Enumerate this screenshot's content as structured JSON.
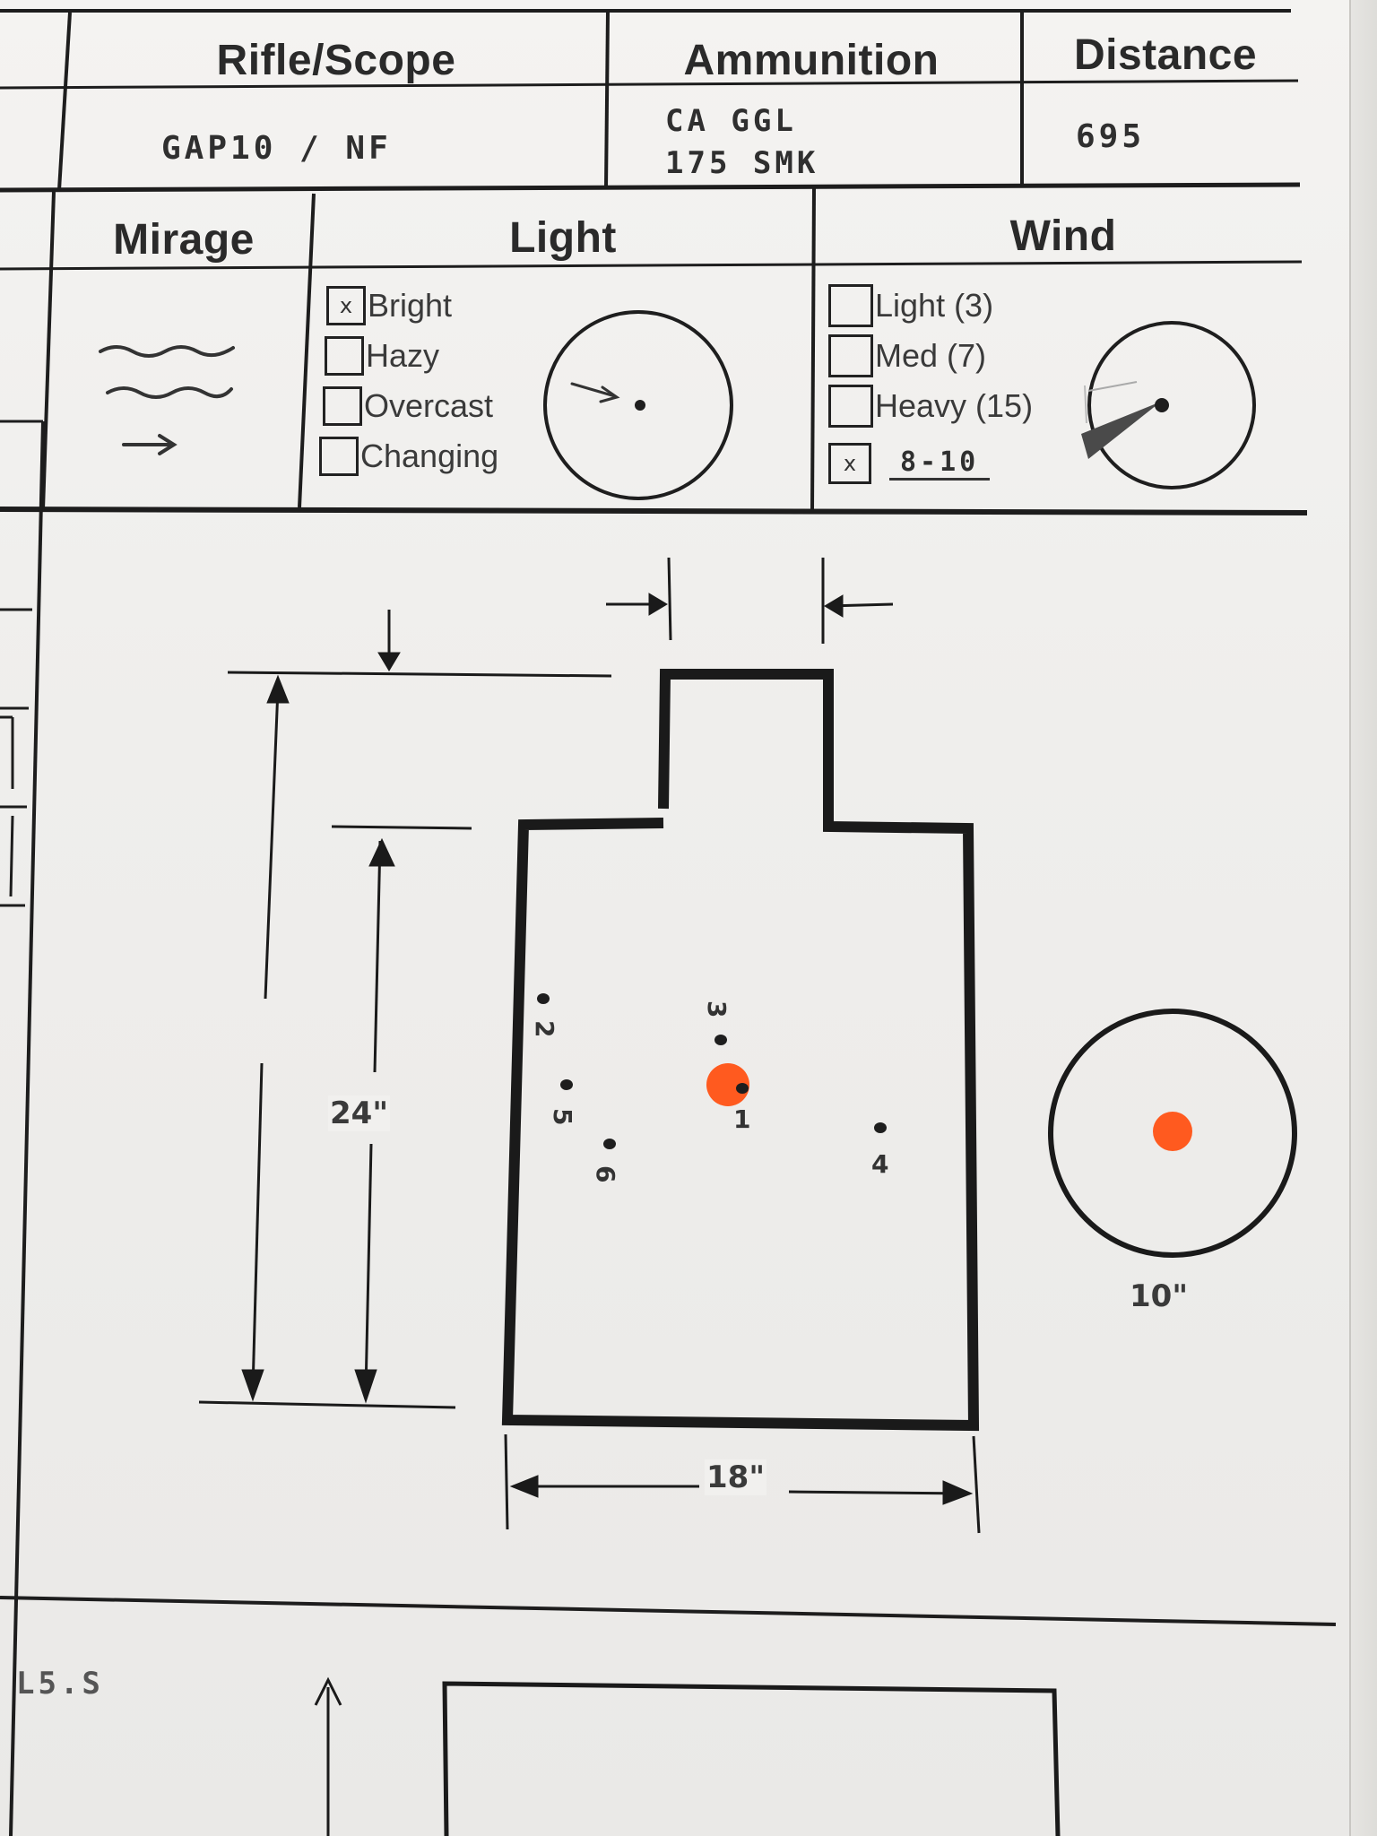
{
  "header": {
    "rifle_scope_label": "Rifle/Scope",
    "ammunition_label": "Ammunition",
    "distance_label": "Distance",
    "rifle_scope_value": "GAP10 / NF",
    "ammunition_line1": "CA GGL",
    "ammunition_line2": "175 SMK",
    "distance_value": "695"
  },
  "conditions": {
    "mirage_label": "Mirage",
    "light_label": "Light",
    "wind_label": "Wind",
    "light_options": [
      {
        "label": "Bright",
        "checked": true
      },
      {
        "label": "Hazy",
        "checked": false
      },
      {
        "label": "Overcast",
        "checked": false
      },
      {
        "label": "Changing",
        "checked": false
      }
    ],
    "wind_options": [
      {
        "label": "Light (3)",
        "checked": false
      },
      {
        "label": "Med (7)",
        "checked": false
      },
      {
        "label": "Heavy (15)",
        "checked": false
      },
      {
        "label": "8-10",
        "checked": true
      }
    ],
    "check_mark": "x"
  },
  "target": {
    "height_label": "24\"",
    "width_label": "18\"",
    "circle_label": "10\"",
    "shots": [
      {
        "number": "1"
      },
      {
        "number": "2"
      },
      {
        "number": "3"
      },
      {
        "number": "4"
      },
      {
        "number": "5"
      },
      {
        "number": "6"
      }
    ],
    "marker_color": "#ff5a1f"
  },
  "footer": {
    "note": "L5.S"
  }
}
